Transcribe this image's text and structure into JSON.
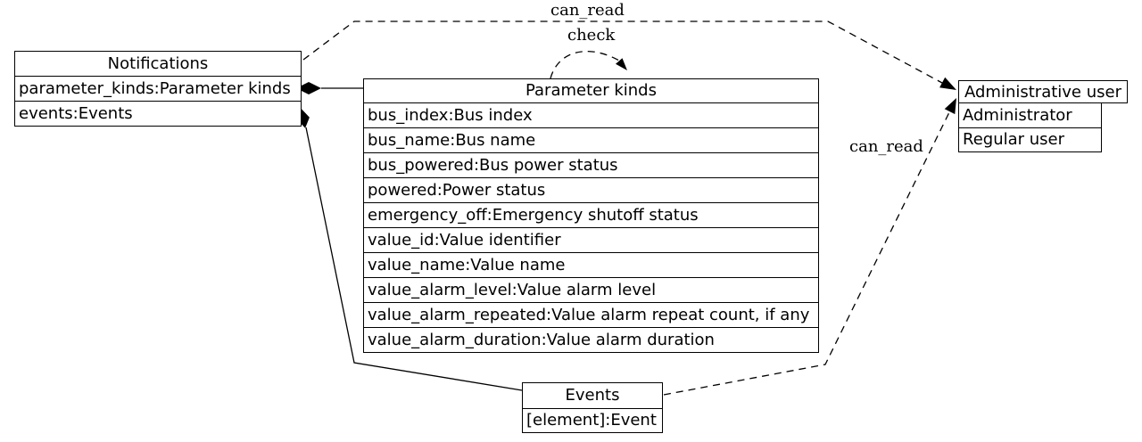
{
  "canvas": {
    "background": "#ffffff",
    "line_color": "#000000"
  },
  "nodes": {
    "notifications": {
      "title": "Notifications",
      "rows": [
        "parameter_kinds:Parameter kinds",
        "events:Events"
      ]
    },
    "parameter_kinds": {
      "title": "Parameter kinds",
      "rows": [
        "bus_index:Bus index",
        "bus_name:Bus name",
        "bus_powered:Bus power status",
        "powered:Power status",
        "emergency_off:Emergency shutoff status",
        "value_id:Value identifier",
        "value_name:Value name",
        "value_alarm_level:Value alarm level",
        "value_alarm_repeated:Value alarm repeat count, if any",
        "value_alarm_duration:Value alarm duration"
      ]
    },
    "administrative_user": {
      "title": "Administrative user",
      "rows": [
        "Administrator",
        "Regular user"
      ]
    },
    "events": {
      "title": "Events",
      "rows": [
        "[element]:Event"
      ]
    }
  },
  "edges": {
    "notifications_can_read_admin": {
      "label": "can_read"
    },
    "parameter_kinds_check_self": {
      "label": "check"
    },
    "events_can_read_admin": {
      "label": "can_read"
    }
  }
}
